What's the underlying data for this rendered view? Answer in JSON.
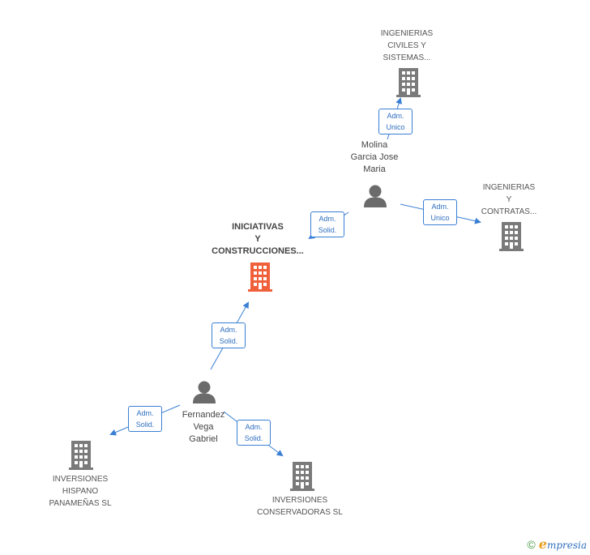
{
  "colors": {
    "edge": "#3a7fd4",
    "company_icon": "#7a7a7a",
    "main_company_icon": "#f0603a",
    "person_icon": "#6b6b6b"
  },
  "nodes": {
    "ing_civiles": {
      "label": "INGENIERIAS\nCIVILES Y\nSISTEMAS...",
      "icon": "building-icon"
    },
    "molina": {
      "label": "Molina\nGarcia Jose\nMaria",
      "icon": "person-icon"
    },
    "ing_contratas": {
      "label": "INGENIERIAS\nY\nCONTRATAS...",
      "icon": "building-icon"
    },
    "iniciativas": {
      "label": "INICIATIVAS\nY\nCONSTRUCCIONES...",
      "icon": "building-icon"
    },
    "fernandez": {
      "label": "Fernandez\nVega\nGabriel",
      "icon": "person-icon"
    },
    "inv_hispano": {
      "label": "INVERSIONES\nHISPANO\nPANAMEÑAS SL",
      "icon": "building-icon"
    },
    "inv_conservadoras": {
      "label": "INVERSIONES\nCONSERVADORAS SL",
      "icon": "building-icon"
    }
  },
  "edges": {
    "molina_to_ing_civiles": "Adm.\nUnico",
    "molina_to_ing_contratas": "Adm.\nUnico",
    "molina_to_iniciativas": "Adm.\nSolid.",
    "fernandez_to_iniciativas": "Adm.\nSolid.",
    "fernandez_to_inv_hispano": "Adm.\nSolid.",
    "fernandez_to_inv_conservadoras": "Adm.\nSolid."
  },
  "footer": {
    "copyright_symbol": "©",
    "brand_initial": "e",
    "brand_rest": "mpresia"
  }
}
